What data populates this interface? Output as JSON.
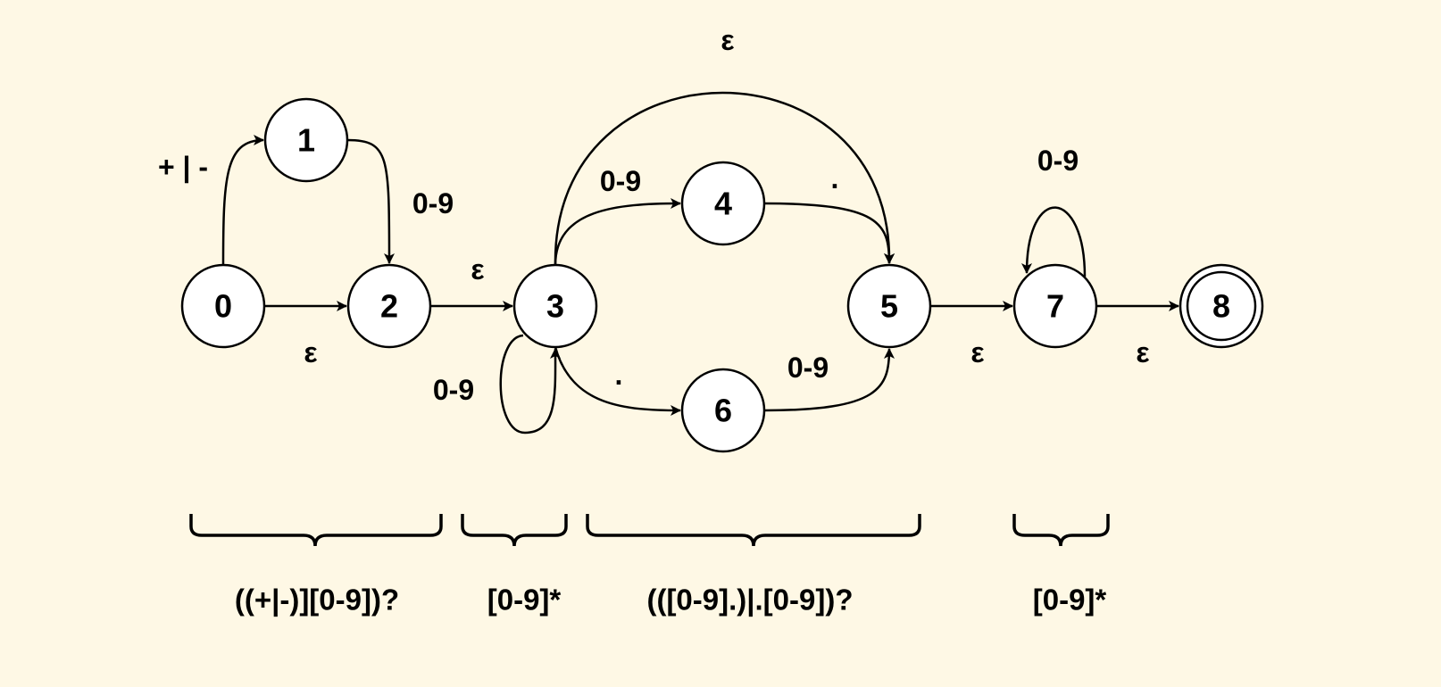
{
  "colors": {
    "background": "#fef8e5",
    "node_fill": "#ffffff",
    "stroke": "#000000"
  },
  "states": [
    {
      "id": "0",
      "label": "0",
      "accepting": false
    },
    {
      "id": "1",
      "label": "1",
      "accepting": false
    },
    {
      "id": "2",
      "label": "2",
      "accepting": false
    },
    {
      "id": "3",
      "label": "3",
      "accepting": false
    },
    {
      "id": "4",
      "label": "4",
      "accepting": false
    },
    {
      "id": "5",
      "label": "5",
      "accepting": false
    },
    {
      "id": "6",
      "label": "6",
      "accepting": false
    },
    {
      "id": "7",
      "label": "7",
      "accepting": false
    },
    {
      "id": "8",
      "label": "8",
      "accepting": true
    }
  ],
  "transitions": [
    {
      "from": "0",
      "to": "1",
      "label": "+ | -"
    },
    {
      "from": "0",
      "to": "2",
      "label": "ε"
    },
    {
      "from": "1",
      "to": "2",
      "label": "0-9"
    },
    {
      "from": "2",
      "to": "3",
      "label": "ε"
    },
    {
      "from": "3",
      "to": "3",
      "label": "0-9"
    },
    {
      "from": "3",
      "to": "4",
      "label": "0-9"
    },
    {
      "from": "3",
      "to": "5",
      "label": "ε"
    },
    {
      "from": "4",
      "to": "5",
      "label": "."
    },
    {
      "from": "3",
      "to": "6",
      "label": "."
    },
    {
      "from": "6",
      "to": "5",
      "label": "0-9"
    },
    {
      "from": "5",
      "to": "7",
      "label": "ε"
    },
    {
      "from": "7",
      "to": "7",
      "label": "0-9"
    },
    {
      "from": "7",
      "to": "8",
      "label": "ε"
    }
  ],
  "segments": [
    {
      "label": "((+|-)][0-9])?"
    },
    {
      "label": "[0-9]*"
    },
    {
      "label": "(([0-9].)|.[0-9])?"
    },
    {
      "label": "[0-9]*"
    }
  ]
}
